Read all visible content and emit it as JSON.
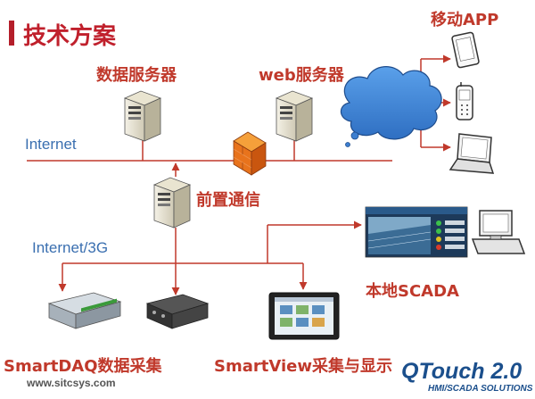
{
  "title": "技术方案",
  "labels": {
    "data_server": "数据服务器",
    "web_server": "web服务器",
    "mobile_app": "移动APP",
    "internet": "Internet",
    "front_comm": "前置通信",
    "internet_3g": "Internet/3G",
    "local_scada": "本地SCADA",
    "smartdaq": "SmartDAQ数据采集",
    "smartview": "SmartView采集与显示"
  },
  "footer": {
    "website": "www.sitcsys.com",
    "brand": "QTouch 2.0",
    "brand_sub": "HMI/SCADA SOLUTIONS"
  },
  "colors": {
    "accent": "#c0202c",
    "line": "#c0392b",
    "network_label": "#3a6fb0",
    "brand": "#1b4f8c",
    "cloud": "#3d7fd0"
  },
  "icons": [
    "server-icon",
    "firewall-icon",
    "cloud-icon",
    "tablet-icon",
    "phone-icon",
    "laptop-icon",
    "desktop-icon",
    "daq-device-icon",
    "touch-panel-icon"
  ]
}
